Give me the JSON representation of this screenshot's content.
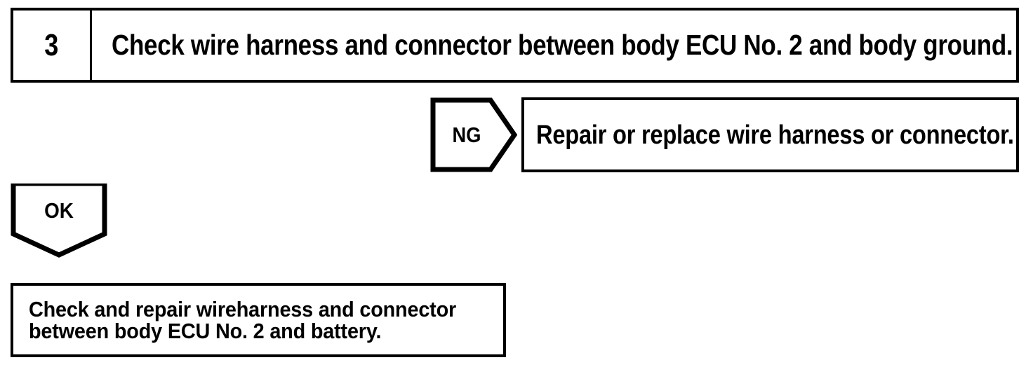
{
  "diagram": {
    "type": "troubleshooting-flowchart",
    "colors": {
      "line": "#000000",
      "background": "#ffffff",
      "text": "#000000"
    },
    "step": {
      "number": "3",
      "instruction": "Check wire harness and connector between body ECU No. 2 and body ground."
    },
    "branches": {
      "ng": {
        "marker_label": "NG",
        "marker_shape": "right-pointing-pentagon",
        "result": "Repair or replace wire harness or connector."
      },
      "ok": {
        "marker_label": "OK",
        "marker_shape": "down-pointing-pentagon",
        "result_lines": [
          "Check and repair wireharness and connector",
          "between body ECU No. 2 and battery."
        ]
      }
    }
  }
}
